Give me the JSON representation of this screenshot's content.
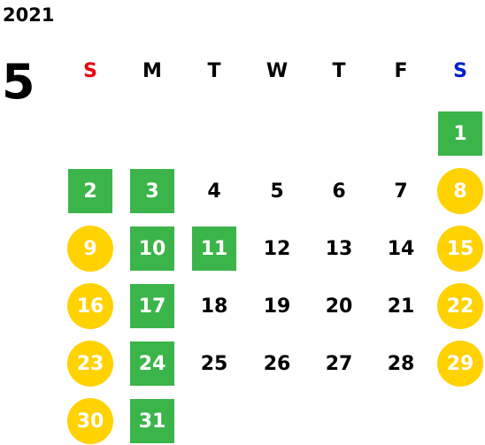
{
  "calendar": {
    "year": "2021",
    "month": "5",
    "weekdays": [
      {
        "label": "S",
        "color": "#e60012"
      },
      {
        "label": "M",
        "color": "#000000"
      },
      {
        "label": "T",
        "color": "#000000"
      },
      {
        "label": "W",
        "color": "#000000"
      },
      {
        "label": "T",
        "color": "#000000"
      },
      {
        "label": "F",
        "color": "#000000"
      },
      {
        "label": "S",
        "color": "#0020c8"
      }
    ],
    "colors": {
      "green": "#3bb54a",
      "yellow": "#ffd200"
    },
    "days": [
      {
        "day": "1",
        "col": 6,
        "row": 0,
        "style": "green"
      },
      {
        "day": "2",
        "col": 0,
        "row": 1,
        "style": "green"
      },
      {
        "day": "3",
        "col": 1,
        "row": 1,
        "style": "green"
      },
      {
        "day": "4",
        "col": 2,
        "row": 1,
        "style": "plain"
      },
      {
        "day": "5",
        "col": 3,
        "row": 1,
        "style": "plain"
      },
      {
        "day": "6",
        "col": 4,
        "row": 1,
        "style": "plain"
      },
      {
        "day": "7",
        "col": 5,
        "row": 1,
        "style": "plain"
      },
      {
        "day": "8",
        "col": 6,
        "row": 1,
        "style": "yellow"
      },
      {
        "day": "9",
        "col": 0,
        "row": 2,
        "style": "yellow"
      },
      {
        "day": "10",
        "col": 1,
        "row": 2,
        "style": "green"
      },
      {
        "day": "11",
        "col": 2,
        "row": 2,
        "style": "green"
      },
      {
        "day": "12",
        "col": 3,
        "row": 2,
        "style": "plain"
      },
      {
        "day": "13",
        "col": 4,
        "row": 2,
        "style": "plain"
      },
      {
        "day": "14",
        "col": 5,
        "row": 2,
        "style": "plain"
      },
      {
        "day": "15",
        "col": 6,
        "row": 2,
        "style": "yellow"
      },
      {
        "day": "16",
        "col": 0,
        "row": 3,
        "style": "yellow"
      },
      {
        "day": "17",
        "col": 1,
        "row": 3,
        "style": "green"
      },
      {
        "day": "18",
        "col": 2,
        "row": 3,
        "style": "plain"
      },
      {
        "day": "19",
        "col": 3,
        "row": 3,
        "style": "plain"
      },
      {
        "day": "20",
        "col": 4,
        "row": 3,
        "style": "plain"
      },
      {
        "day": "21",
        "col": 5,
        "row": 3,
        "style": "plain"
      },
      {
        "day": "22",
        "col": 6,
        "row": 3,
        "style": "yellow"
      },
      {
        "day": "23",
        "col": 0,
        "row": 4,
        "style": "yellow"
      },
      {
        "day": "24",
        "col": 1,
        "row": 4,
        "style": "green"
      },
      {
        "day": "25",
        "col": 2,
        "row": 4,
        "style": "plain"
      },
      {
        "day": "26",
        "col": 3,
        "row": 4,
        "style": "plain"
      },
      {
        "day": "27",
        "col": 4,
        "row": 4,
        "style": "plain"
      },
      {
        "day": "28",
        "col": 5,
        "row": 4,
        "style": "plain"
      },
      {
        "day": "29",
        "col": 6,
        "row": 4,
        "style": "yellow"
      },
      {
        "day": "30",
        "col": 0,
        "row": 5,
        "style": "yellow"
      },
      {
        "day": "31",
        "col": 1,
        "row": 5,
        "style": "green"
      }
    ]
  }
}
